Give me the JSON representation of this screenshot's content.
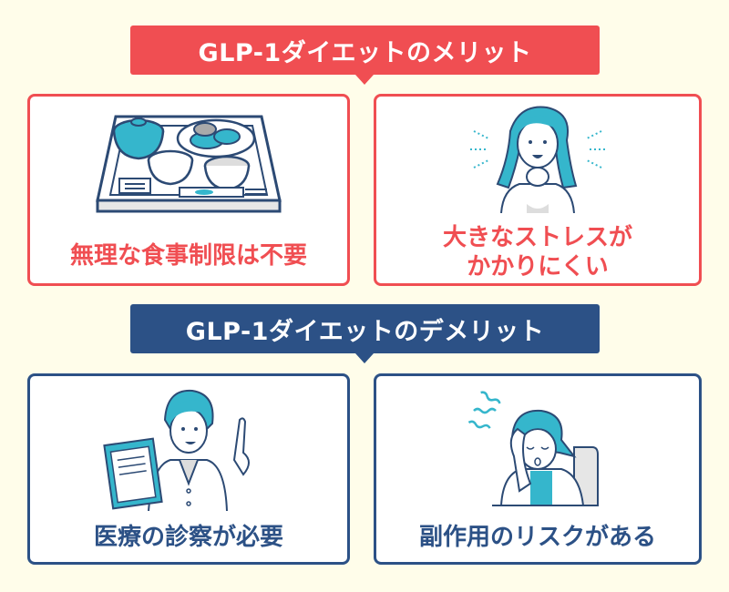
{
  "merits": {
    "title": "GLP-1ダイエットのメリット",
    "color": "#f04e52",
    "items": [
      {
        "label": "無理な食事制限は不要",
        "icon": "meal-tray-icon"
      },
      {
        "label_line1": "大きなストレスが",
        "label_line2": "かかりにくい",
        "icon": "happy-woman-icon"
      }
    ]
  },
  "demerits": {
    "title": "GLP-1ダイエットのデメリット",
    "color": "#2c5186",
    "items": [
      {
        "label": "医療の診察が必要",
        "icon": "doctor-clipboard-icon"
      },
      {
        "label": "副作用のリスクがある",
        "icon": "unwell-woman-icon"
      }
    ]
  },
  "colors": {
    "background": "#fffdea",
    "accent_teal": "#35b6cc",
    "line": "#2c4a74"
  }
}
